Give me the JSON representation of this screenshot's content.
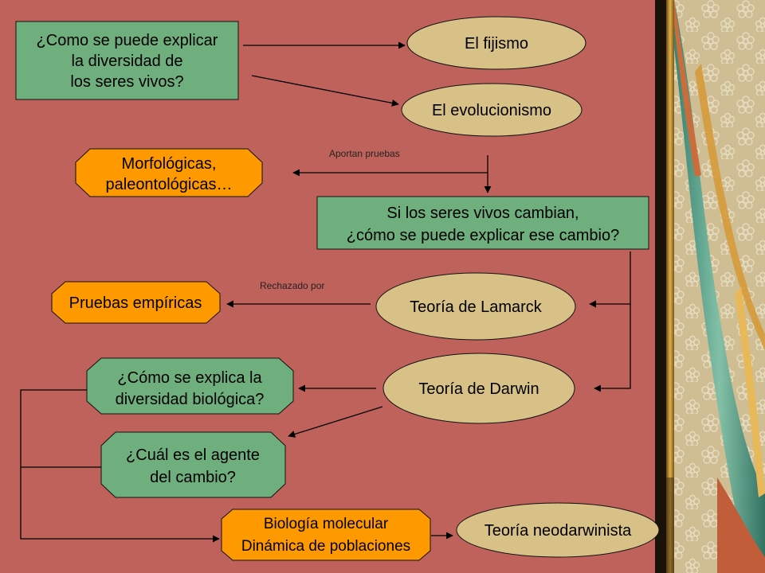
{
  "nodes": {
    "question_main": [
      "¿Como se puede explicar",
      "la diversidad de",
      "los seres vivos?"
    ],
    "fijismo": "El fijismo",
    "evolucionismo": "El evolucionismo",
    "morfologicas": [
      "Morfológicas,",
      "paleontológicas…"
    ],
    "cambio_question": [
      "Si los seres vivos cambian,",
      "¿cómo se puede explicar ese cambio?"
    ],
    "pruebas_empiricas": "Pruebas empíricas",
    "lamarck": "Teoría de Lamarck",
    "darwin": "Teoría de Darwin",
    "diversidad_question": [
      "¿Cómo se explica la",
      "diversidad biológica?"
    ],
    "agente_question": [
      "¿Cuál es el agente",
      "del cambio?"
    ],
    "biologia": [
      "Biología molecular",
      "Dinámica de poblaciones"
    ],
    "neodarwinista": "Teoría neodarwinista"
  },
  "edge_labels": {
    "aportan_pruebas": "Aportan pruebas",
    "rechazado_por": "Rechazado por"
  },
  "colors": {
    "background": "#c0625c",
    "green_box": "#6fae7d",
    "tan_ellipse": "#d8c187",
    "orange_box": "#ff9900",
    "line": "#000000",
    "decor_panel": "#cbb98f"
  }
}
